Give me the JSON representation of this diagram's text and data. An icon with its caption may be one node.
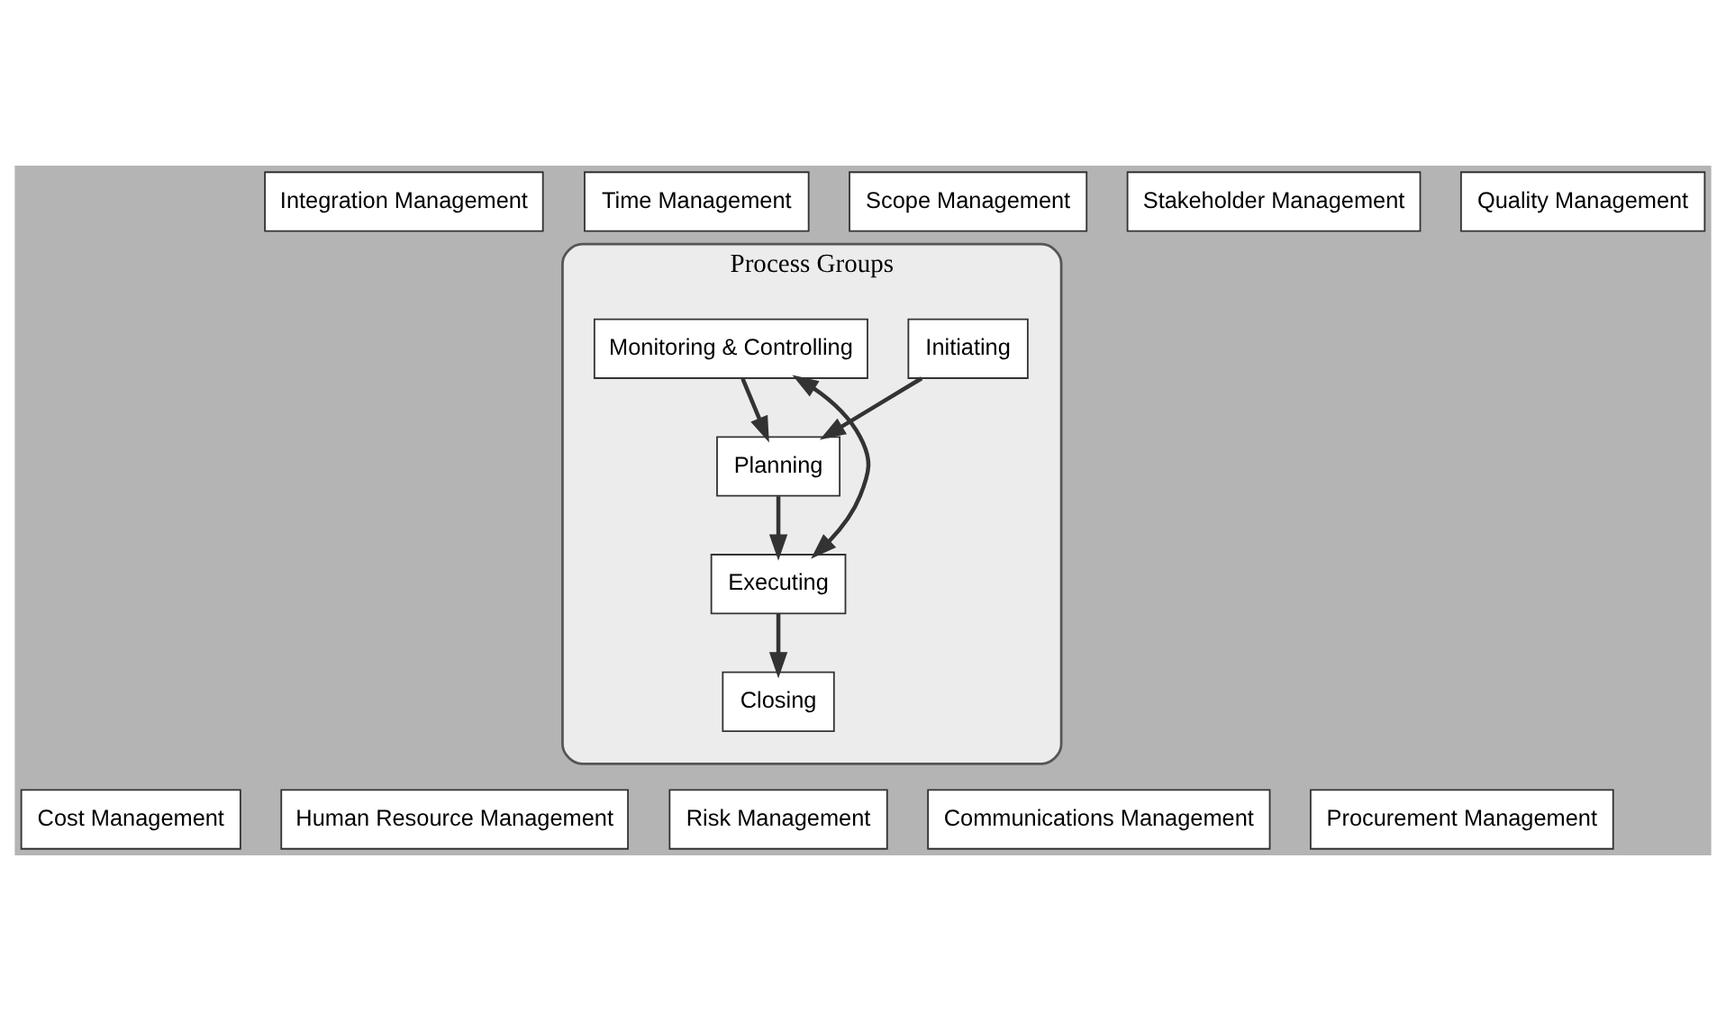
{
  "diagram": {
    "nodes": [
      {
        "text": [
          "Integration Management"
        ]
      },
      {
        "text": [
          "Time Management"
        ]
      },
      {
        "text": [
          "Scope Management"
        ]
      },
      {
        "text": [
          "Stakeholder Management"
        ]
      },
      {
        "text": [
          "Quality Management"
        ]
      },
      {
        "text": [
          "Cost Management"
        ]
      },
      {
        "text": [
          "Human Resource Management"
        ]
      },
      {
        "text": [
          "Risk Management"
        ]
      },
      {
        "text": [
          "Communications Management"
        ]
      },
      {
        "text": [
          "Procurement Management"
        ]
      },
      {
        "text": [
          "Process Groups"
        ]
      },
      {
        "text": [
          "Initiating"
        ],
        "in": 10
      },
      {
        "text": [
          "Planning"
        ],
        "in": 10
      },
      {
        "text": [
          "Monitoring & Controlling"
        ],
        "in": 10
      },
      {
        "text": [
          "Executing"
        ],
        "in": 10
      },
      {
        "text": [
          "Closing"
        ],
        "in": 10
      }
    ],
    "edges": [
      {
        "from": 11,
        "to": 12,
        "arrow": "to"
      },
      {
        "from": 12,
        "to": 14,
        "arrow": "to"
      },
      {
        "from": 13,
        "to": 12,
        "arrow": "to"
      },
      {
        "from": 13,
        "to": 14,
        "arrow": "both"
      },
      {
        "from": 14,
        "to": 15,
        "arrow": "to"
      }
    ]
  }
}
